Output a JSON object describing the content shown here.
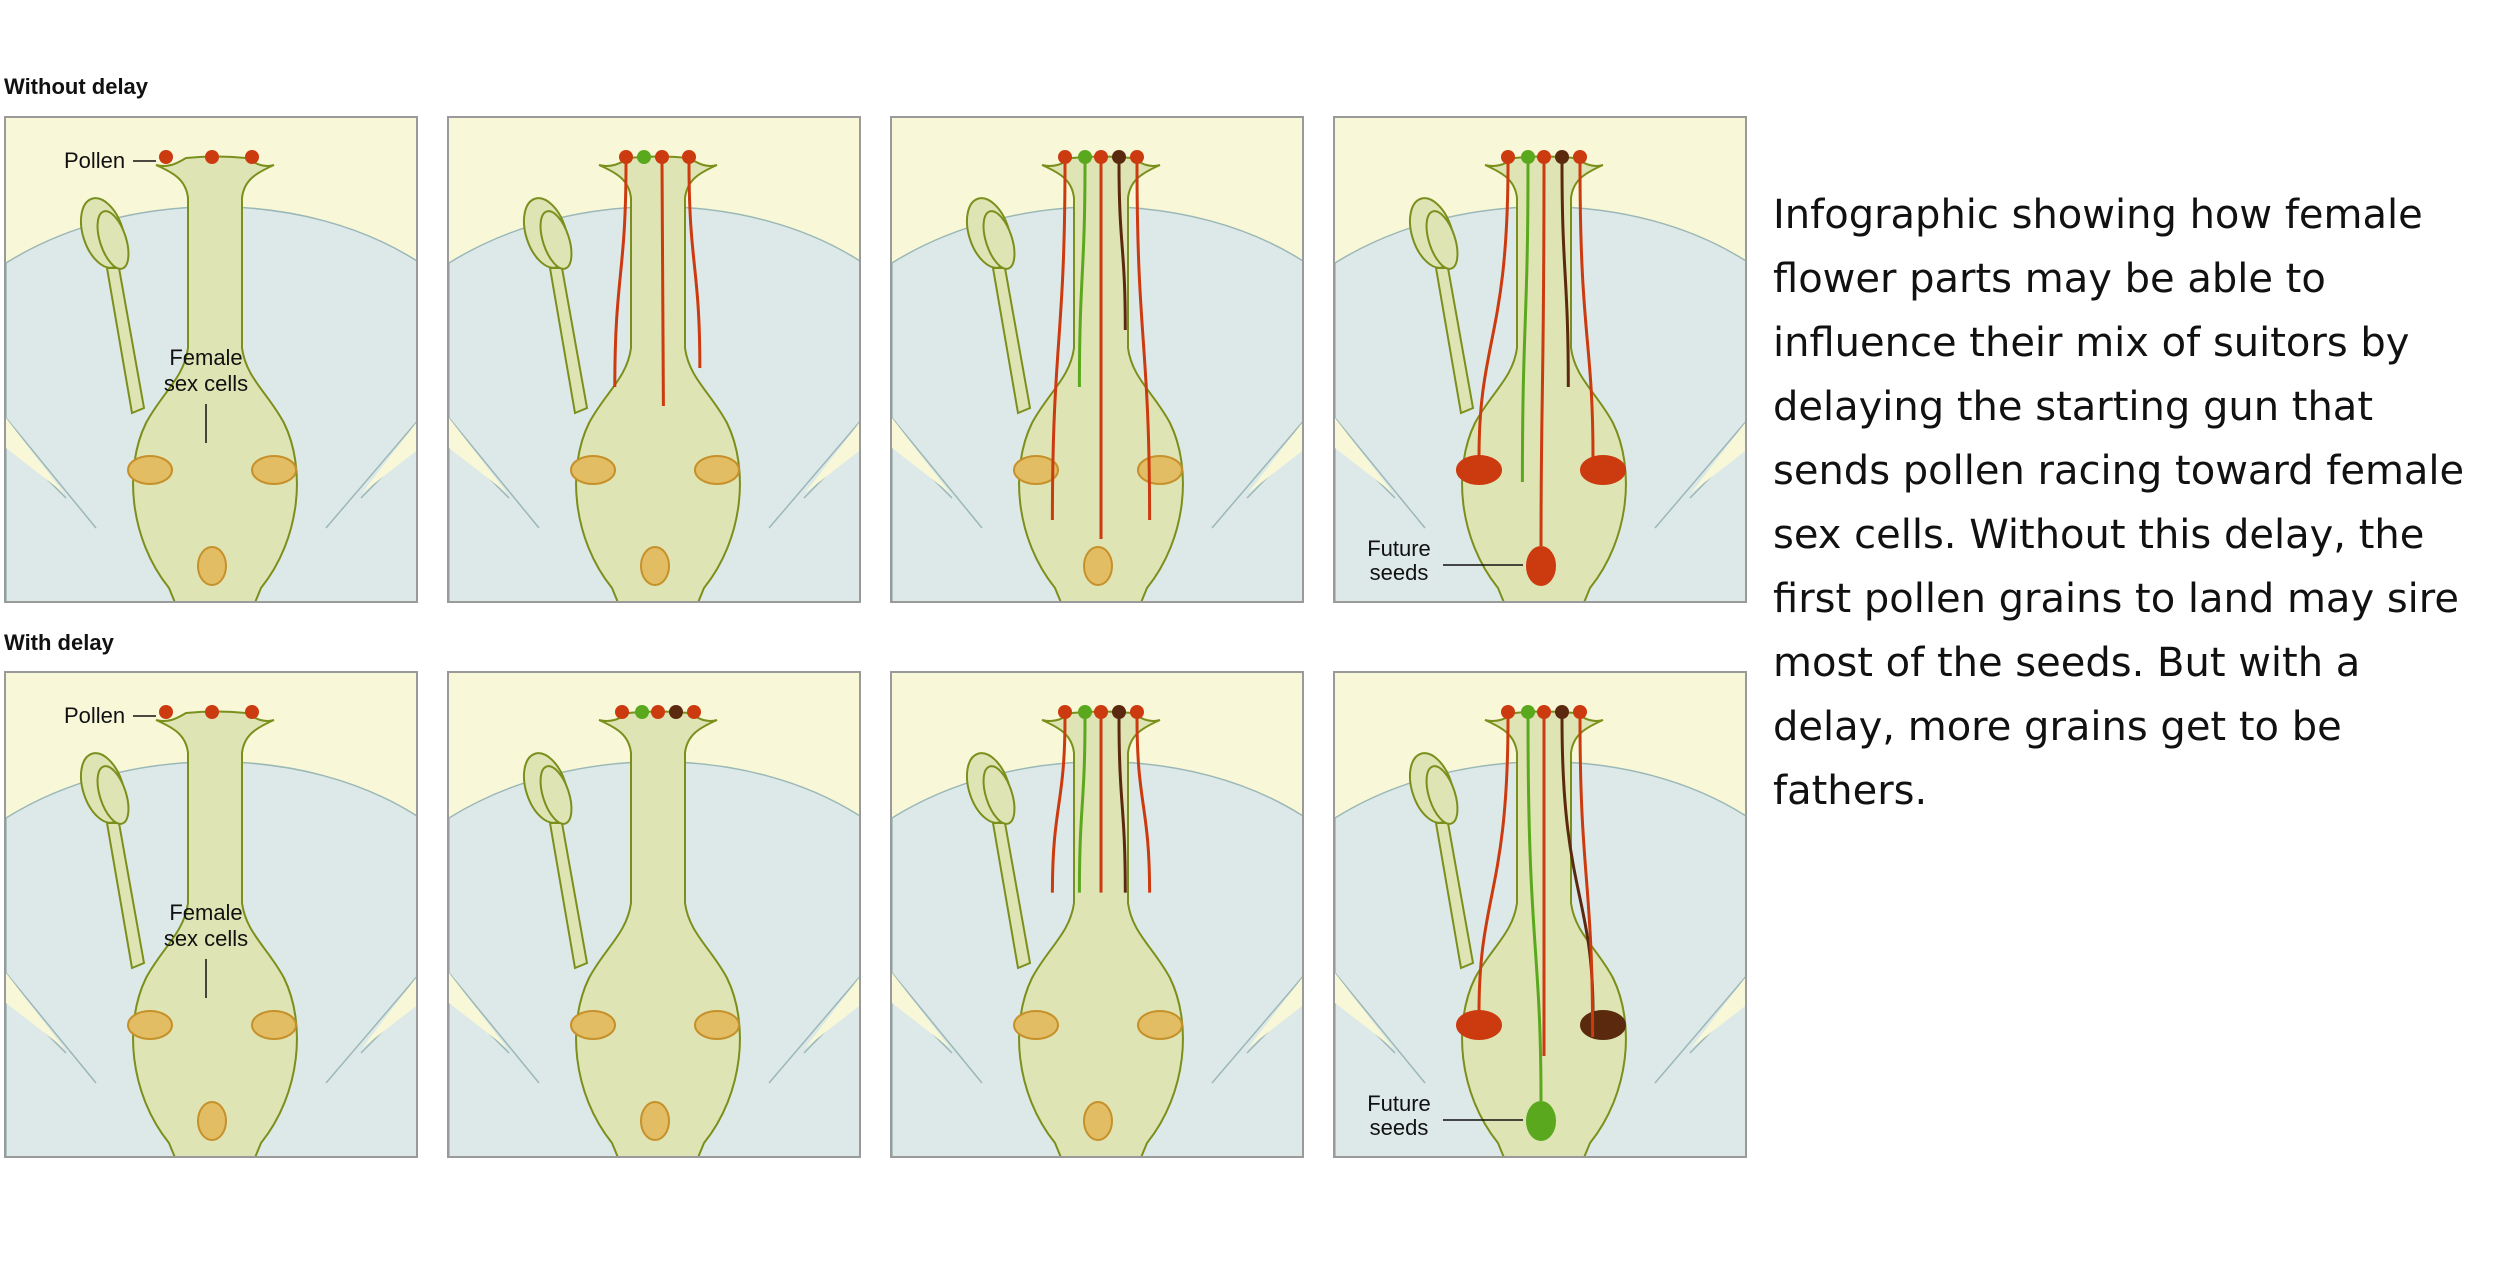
{
  "rows": [
    {
      "title": "Without delay",
      "panels": [
        {
          "pollen": [
            "#cc3a0f",
            "#cc3a0f",
            "#cc3a0f"
          ],
          "tubes": [],
          "seeds": []
        },
        {
          "pollen": [
            "#cc3a0f",
            "#5aa81e",
            "#cc3a0f",
            "#cc3a0f"
          ],
          "tubes": [
            {
              "color": "#cc3a0f",
              "from": 0,
              "len": 0.55
            },
            {
              "color": "#cc3a0f",
              "from": 2,
              "len": 0.6
            },
            {
              "color": "#cc3a0f",
              "from": 3,
              "len": 0.5
            }
          ],
          "seeds": []
        },
        {
          "pollen": [
            "#cc3a0f",
            "#5aa81e",
            "#cc3a0f",
            "#5b2a0e",
            "#cc3a0f"
          ],
          "tubes": [
            {
              "color": "#cc3a0f",
              "from": 0,
              "len": 0.9
            },
            {
              "color": "#5aa81e",
              "from": 1,
              "len": 0.55
            },
            {
              "color": "#cc3a0f",
              "from": 2,
              "len": 0.95
            },
            {
              "color": "#5b2a0e",
              "from": 3,
              "len": 0.4
            },
            {
              "color": "#cc3a0f",
              "from": 4,
              "len": 0.9
            }
          ],
          "seeds": []
        },
        {
          "pollen": [
            "#cc3a0f",
            "#5aa81e",
            "#cc3a0f",
            "#5b2a0e",
            "#cc3a0f"
          ],
          "tubes": [
            {
              "color": "#cc3a0f",
              "from": 0,
              "len": 1,
              "target": "left"
            },
            {
              "color": "#5aa81e",
              "from": 1,
              "len": 0.8
            },
            {
              "color": "#cc3a0f",
              "from": 2,
              "len": 1,
              "target": "center"
            },
            {
              "color": "#5b2a0e",
              "from": 3,
              "len": 0.55
            },
            {
              "color": "#cc3a0f",
              "from": 4,
              "len": 1,
              "target": "right"
            }
          ],
          "seeds": [
            "#cc3a0f",
            "#cc3a0f",
            "#cc3a0f"
          ]
        }
      ]
    },
    {
      "title": "With delay",
      "panels": [
        {
          "pollen": [
            "#cc3a0f",
            "#cc3a0f",
            "#cc3a0f"
          ],
          "tubes": [],
          "seeds": []
        },
        {
          "pollen": [
            "#cc3a0f",
            "#5aa81e",
            "#cc3a0f",
            "#5b2a0e",
            "#cc3a0f"
          ],
          "tubes": [],
          "seeds": []
        },
        {
          "pollen": [
            "#cc3a0f",
            "#5aa81e",
            "#cc3a0f",
            "#5b2a0e",
            "#cc3a0f"
          ],
          "tubes": [
            {
              "color": "#cc3a0f",
              "from": 0,
              "len": 0.42
            },
            {
              "color": "#5aa81e",
              "from": 1,
              "len": 0.42
            },
            {
              "color": "#cc3a0f",
              "from": 2,
              "len": 0.42
            },
            {
              "color": "#5b2a0e",
              "from": 3,
              "len": 0.42
            },
            {
              "color": "#cc3a0f",
              "from": 4,
              "len": 0.42
            }
          ],
          "seeds": []
        },
        {
          "pollen": [
            "#cc3a0f",
            "#5aa81e",
            "#cc3a0f",
            "#5b2a0e",
            "#cc3a0f"
          ],
          "tubes": [
            {
              "color": "#cc3a0f",
              "from": 0,
              "len": 1,
              "target": "left"
            },
            {
              "color": "#5aa81e",
              "from": 1,
              "len": 1,
              "target": "center"
            },
            {
              "color": "#cc3a0f",
              "from": 2,
              "len": 0.85
            },
            {
              "color": "#5b2a0e",
              "from": 3,
              "len": 1,
              "target": "right"
            },
            {
              "color": "#cc3a0f",
              "from": 4,
              "len": 0.8
            }
          ],
          "seeds": [
            "#cc3a0f",
            "#5aa81e",
            "#5b2a0e"
          ]
        }
      ]
    }
  ],
  "labels": {
    "pollen": "Pollen",
    "female_sex_cells_line1": "Female",
    "female_sex_cells_line2": "sex cells",
    "future_seeds_line1": "Future",
    "future_seeds_line2": "seeds"
  },
  "caption": "Infographic showing how female flower parts may be able to influence their mix of suitors by delaying the starting gun that sends pollen racing toward female sex cells. Without this delay, the first pollen grains to land may sire most of the seeds. But with a delay, more grains get to be fathers.",
  "colors": {
    "background": "#f8f8d8",
    "petal": "#dde9e8",
    "pistil_fill": "#dfe4b4",
    "pistil_stroke": "#7a8f1c",
    "ovule_fill": "#e2bd64",
    "ovule_stroke": "#c6902a"
  }
}
